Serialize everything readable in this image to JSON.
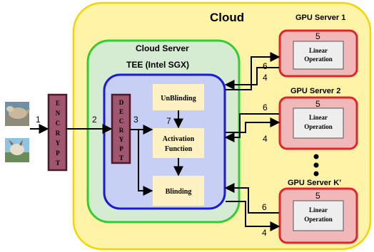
{
  "cloud": {
    "title": "Cloud"
  },
  "cloud_server": {
    "title": "Cloud Server"
  },
  "tee": {
    "title": "TEE (Intel SGX)"
  },
  "encrypt": {
    "letters": [
      "E",
      "N",
      "C",
      "R",
      "Y",
      "P",
      "T"
    ]
  },
  "decrypt": {
    "letters": [
      "D",
      "E",
      "C",
      "R",
      "Y",
      "P",
      "T"
    ]
  },
  "blocks": {
    "unblinding": "UnBlinding",
    "activation_line1": "Activation",
    "activation_line2": "Function",
    "blinding": "Blinding"
  },
  "gpu_servers": [
    {
      "name": "GPU Server 1",
      "step": "5",
      "op_line1": "Linear",
      "op_line2": "Operation"
    },
    {
      "name": "GPU Server 2",
      "step": "5",
      "op_line1": "Linear",
      "op_line2": "Operation"
    },
    {
      "name": "GPU Server K’",
      "step": "5",
      "op_line1": "Linear",
      "op_line2": "Operation"
    }
  ],
  "steps": {
    "s1": "1",
    "s2": "2",
    "s3": "3",
    "s7": "7",
    "g1_in": "6",
    "g1_out": "4",
    "g2_in": "6",
    "g2_out": "4",
    "gk_in": "6",
    "gk_out": "4"
  },
  "colors": {
    "cloud_fill": "#fff3a8",
    "cloud_stroke": "#f5d400",
    "server_fill": "#d6ecd2",
    "server_stroke": "#33cc33",
    "tee_fill": "#c7cff5",
    "tee_stroke": "#1a1adb",
    "crypt_fill": "#a0566e",
    "crypt_stroke": "#4d1a2d",
    "block_fill": "#fff2c2",
    "gpu_fill": "#f0b8b8",
    "gpu_stroke": "#e0242a",
    "op_fill": "#eeeeee"
  },
  "icons": [
    "bird-image",
    "goat-image"
  ]
}
